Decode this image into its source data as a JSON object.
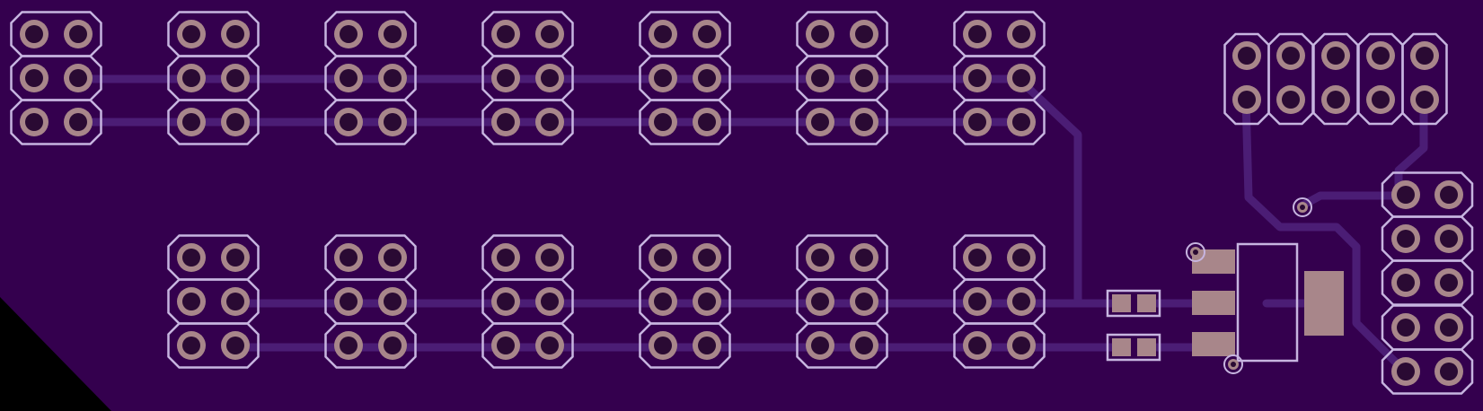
{
  "colors": {
    "background": "#000000",
    "board": "#34004e",
    "trace": "#4b1d75",
    "silkscreen": "#c7b5e0",
    "pad_copper": "#a8868a",
    "drill": "#2a0a33"
  },
  "headers": {
    "top_row_3x2_count": 7,
    "bottom_row_3x2_count": 6,
    "top_right_2x5_count": 1,
    "right_5x2_count": 1
  },
  "components": {
    "smd_resistor_count": 2,
    "regulator_count": 1,
    "via_count": 3
  }
}
